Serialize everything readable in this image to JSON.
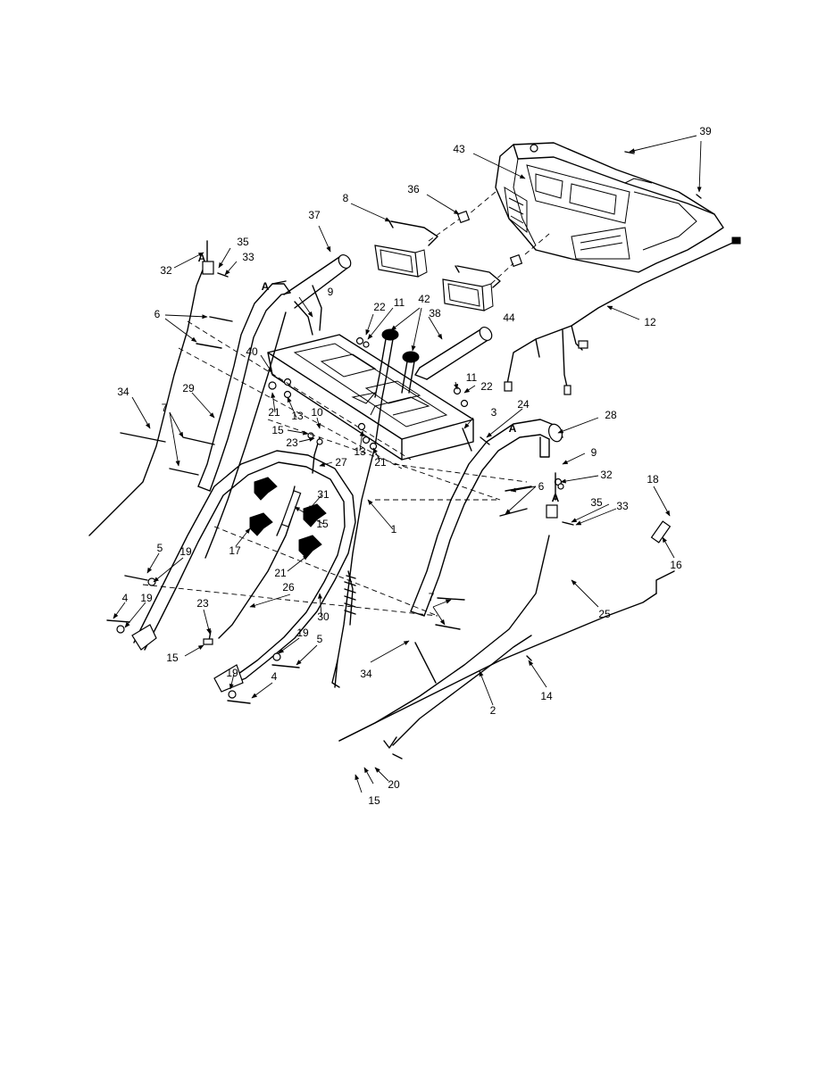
{
  "labels": [
    "1",
    "2",
    "3",
    "4",
    "5",
    "6",
    "7",
    "8",
    "9",
    "10",
    "11",
    "12",
    "13",
    "14",
    "15",
    "16",
    "17",
    "18",
    "19",
    "20",
    "21",
    "22",
    "23",
    "24",
    "25",
    "26",
    "27",
    "28",
    "29",
    "30",
    "31",
    "32",
    "33",
    "34",
    "35",
    "36",
    "37",
    "38",
    "39",
    "40",
    "42",
    "43",
    "44",
    "A"
  ]
}
